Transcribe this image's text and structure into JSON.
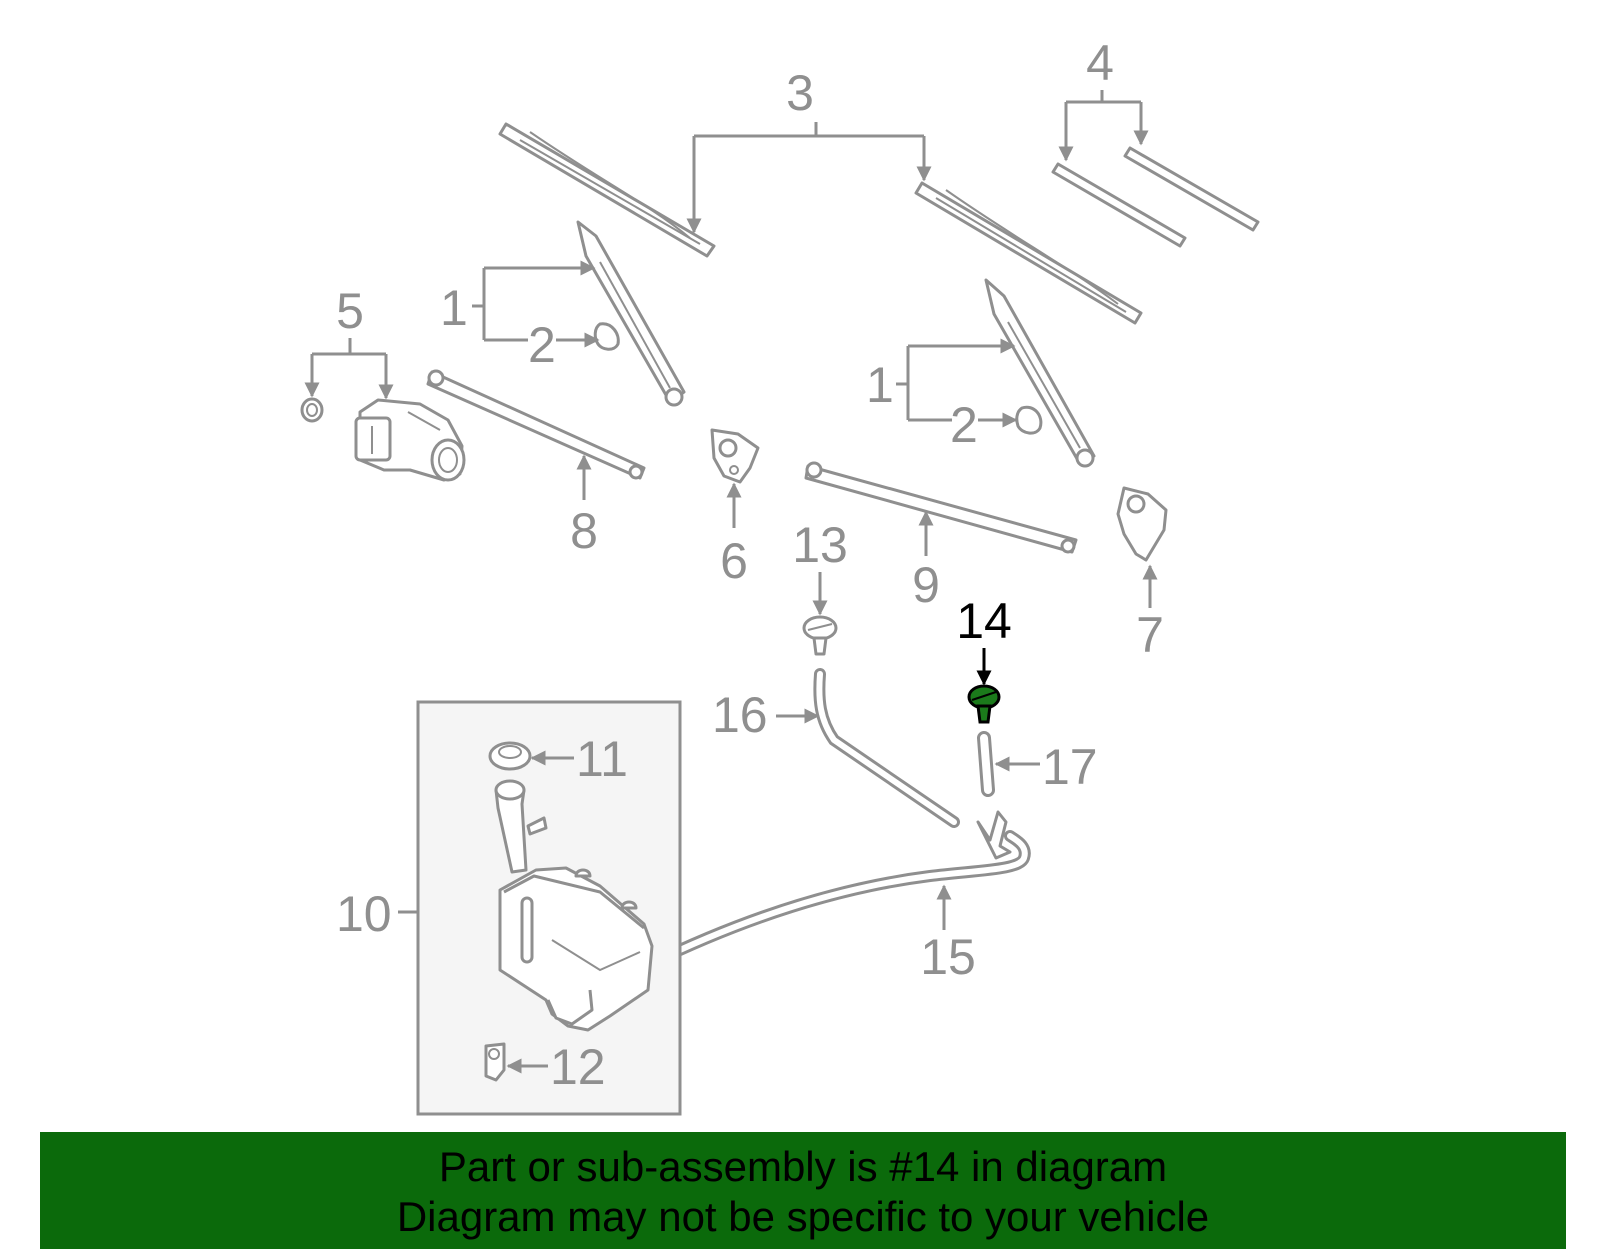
{
  "diagram": {
    "callouts": [
      "1",
      "2",
      "3",
      "4",
      "5",
      "6",
      "7",
      "8",
      "9",
      "10",
      "11",
      "12",
      "13",
      "14",
      "15",
      "16",
      "17"
    ],
    "highlighted_part": "14",
    "colors": {
      "line_art": "#8f8f8f",
      "highlight_part": "#1b7a1b",
      "highlight_label": "#000000",
      "footer_background": "#0b6a0b",
      "footer_text": "#000000"
    }
  },
  "footer": {
    "line1": "Part or sub-assembly is #14 in diagram",
    "line2": "Diagram may not be specific to your vehicle"
  }
}
